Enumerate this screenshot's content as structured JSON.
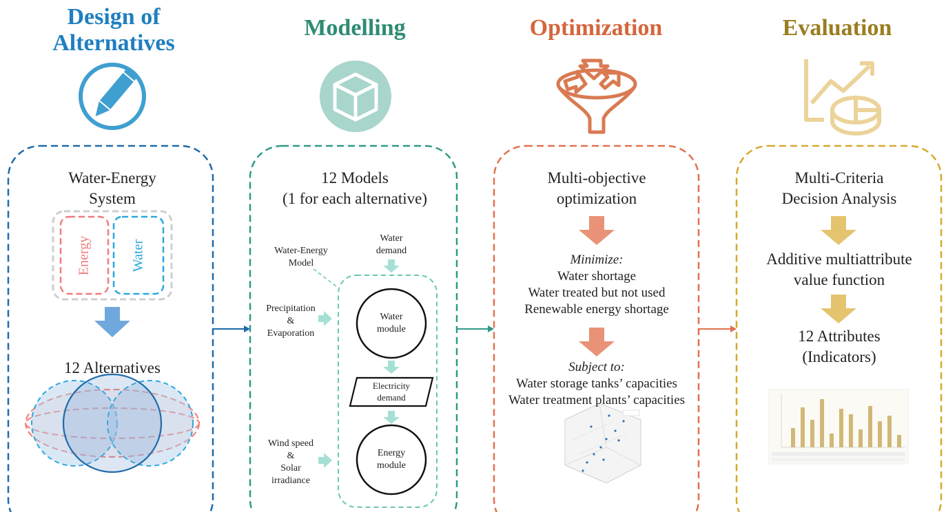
{
  "stages": {
    "design": {
      "title_line1": "Design of",
      "title_line2": "Alternatives",
      "color": "#1f7fc1",
      "system_line1": "Water-Energy",
      "system_line2": "System",
      "energy_label": "Energy",
      "water_label": "Water",
      "alternatives": "12 Alternatives",
      "icon": "pencil-icon"
    },
    "modelling": {
      "title": "Modelling",
      "color": "#2e8b73",
      "heading_line1": "12 Models",
      "heading_line2": "(1 for each alternative)",
      "model_label_line1": "Water-Energy",
      "model_label_line2": "Model",
      "water_demand_line1": "Water",
      "water_demand_line2": "demand",
      "precip_line1": "Precipitation",
      "precip_line2": "&",
      "precip_line3": "Evaporation",
      "water_module_line1": "Water",
      "water_module_line2": "module",
      "electricity_line1": "Electricity",
      "electricity_line2": "demand",
      "wind_line1": "Wind speed",
      "wind_line2": "&",
      "wind_line3": "Solar",
      "wind_line4": "irradiance",
      "energy_module_line1": "Energy",
      "energy_module_line2": "module",
      "icon": "cube-icon"
    },
    "optimization": {
      "title": "Optimization",
      "color": "#d4663c",
      "heading_line1": "Multi-objective",
      "heading_line2": "optimization",
      "minimize": "Minimize:",
      "objective1": "Water shortage",
      "objective2": "Water treated but not used",
      "objective3": "Renewable energy shortage",
      "subject_to": "Subject to:",
      "constraint1": "Water storage tanks’ capacities",
      "constraint2": "Water treatment plants’ capacities",
      "icon": "funnel-icon"
    },
    "evaluation": {
      "title": "Evaluation",
      "color": "#9a7d1f",
      "heading_line1": "Multi-Criteria",
      "heading_line2": "Decision Analysis",
      "step2_line1": "Additive multiattribute",
      "step2_line2": "value function",
      "step3_line1": "12 Attributes",
      "step3_line2": "(Indicators)",
      "icon": "chart-icon"
    }
  },
  "colors": {
    "design_border": "#1f6aa8",
    "modelling_border": "#2e9a86",
    "optimization_border": "#e2704f",
    "evaluation_border": "#d6a92c",
    "design_arrow": "#6fa8dc",
    "modelling_arrow": "#a6e0d4",
    "optimization_arrow": "#e99277",
    "evaluation_arrow": "#e4c46e"
  }
}
